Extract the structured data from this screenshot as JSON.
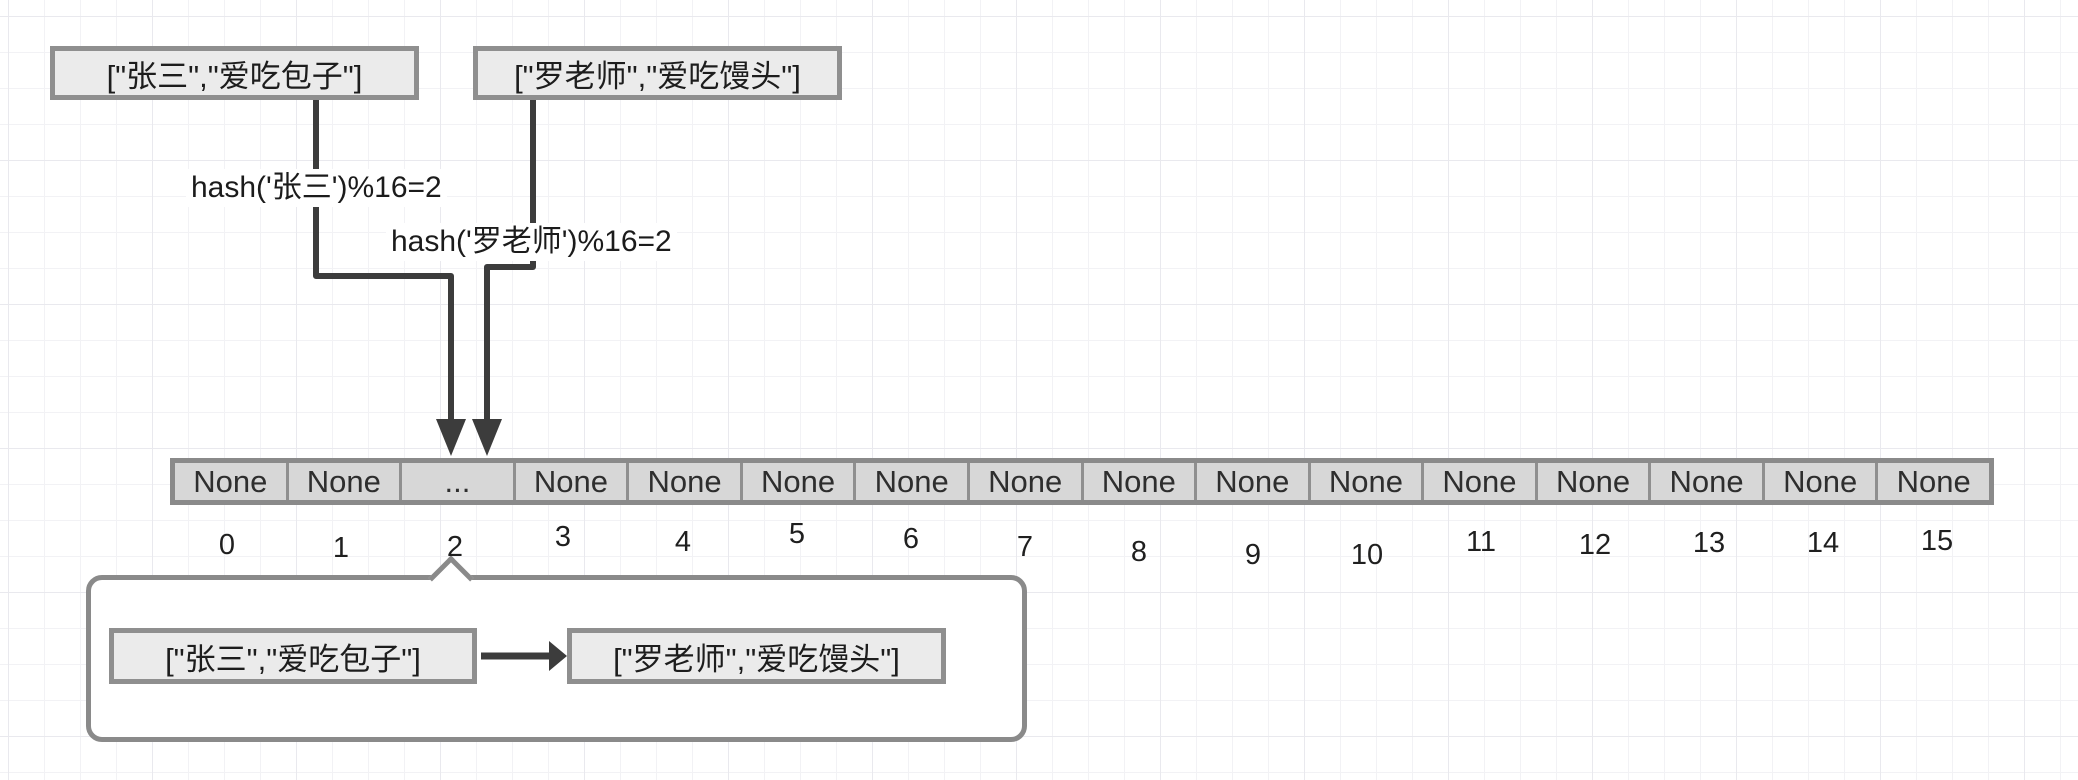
{
  "diagram": {
    "title_hint": "hash collision / chaining illustration",
    "top_boxes": [
      {
        "label": "[\"张三\",\"爱吃包子\"]"
      },
      {
        "label": "[\"罗老师\",\"爱吃馒头\"]"
      }
    ],
    "hash_labels": [
      {
        "text": "hash('张三')%16=2"
      },
      {
        "text": "hash('罗老师')%16=2"
      }
    ],
    "array": {
      "cells": [
        {
          "value": "None",
          "index": "0"
        },
        {
          "value": "None",
          "index": "1"
        },
        {
          "value": "...",
          "index": "2"
        },
        {
          "value": "None",
          "index": "3"
        },
        {
          "value": "None",
          "index": "4"
        },
        {
          "value": "None",
          "index": "5"
        },
        {
          "value": "None",
          "index": "6"
        },
        {
          "value": "None",
          "index": "7"
        },
        {
          "value": "None",
          "index": "8"
        },
        {
          "value": "None",
          "index": "9"
        },
        {
          "value": "None",
          "index": "10"
        },
        {
          "value": "None",
          "index": "11"
        },
        {
          "value": "None",
          "index": "12"
        },
        {
          "value": "None",
          "index": "13"
        },
        {
          "value": "None",
          "index": "14"
        },
        {
          "value": "None",
          "index": "15"
        }
      ]
    },
    "callout": {
      "nodes": [
        {
          "label": "[\"张三\",\"爱吃包子\"]"
        },
        {
          "label": "[\"罗老师\",\"爱吃馒头\"]"
        }
      ]
    },
    "colors": {
      "background": "#ffffff",
      "grid_minor": "#f2f2f5",
      "grid_major": "#e9e9ee",
      "node_fill": "#ebebeb",
      "node_border": "#8f8f8f",
      "array_cell_fill": "#d7d7d7",
      "array_border": "#8a8a8a",
      "connector": "#3c3c3c",
      "text": "#1d1d1d"
    }
  }
}
